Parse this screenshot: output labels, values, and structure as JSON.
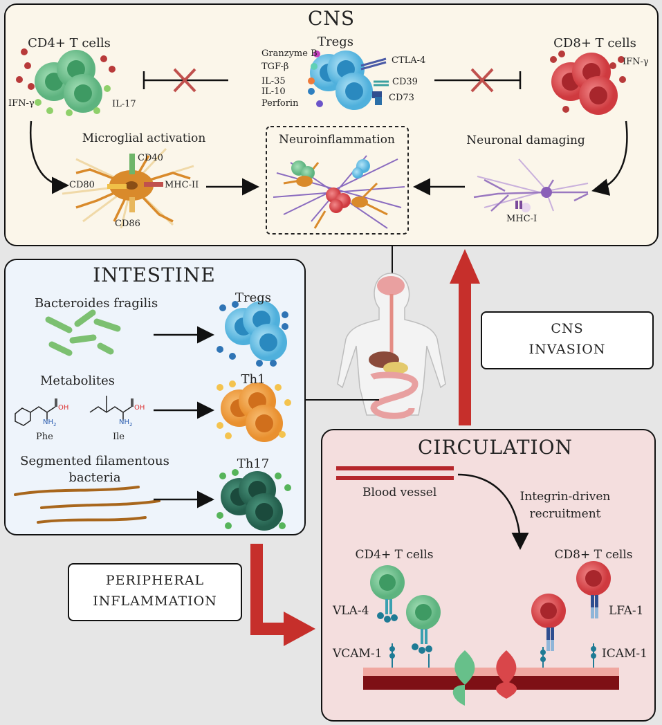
{
  "cns": {
    "title": "CNS",
    "cd4_title": "CD4+ T cells",
    "ifn_left": "IFN-γ",
    "il17": "IL-17",
    "tregs_title": "Tregs",
    "tregs_factors": [
      "Granzyme B",
      "TGF-β",
      "IL-35",
      "IL-10",
      "Perforin"
    ],
    "ctla4": "CTLA-4",
    "cd39": "CD39",
    "cd73": "CD73",
    "cd8_title": "CD8+ T cells",
    "ifn_right": "IFN-γ",
    "microglia_title": "Microglial activation",
    "cd40": "CD40",
    "cd80": "CD80",
    "mhc2": "MHC-II",
    "cd86": "CD86",
    "neuroinflammation": "Neuroinflammation",
    "neuronal_damaging": "Neuronal damaging",
    "mhc1": "MHC-I"
  },
  "intestine": {
    "title": "INTESTINE",
    "bacteroides": "Bacteroides fragilis",
    "tregs": "Tregs",
    "metabolites": "Metabolites",
    "phe": "Phe",
    "ile": "Ile",
    "oh": "OH",
    "nh2": "NH",
    "sub2": "2",
    "th1": "Th1",
    "sfb_line1": "Segmented filamentous",
    "sfb_line2": "bacteria",
    "th17": "Th17"
  },
  "cns_invasion": {
    "line1": "CNS",
    "line2": "INVASION"
  },
  "peripheral": {
    "line1": "PERIPHERAL",
    "line2": "INFLAMMATION"
  },
  "circulation": {
    "title": "CIRCULATION",
    "blood_vessel": "Blood vessel",
    "integrin_line1": "Integrin-driven",
    "integrin_line2": "recruitment",
    "cd4": "CD4+ T cells",
    "cd8": "CD8+ T cells",
    "vla4": "VLA-4",
    "lfa1": "LFA-1",
    "vcam1": "VCAM-1",
    "icam1": "ICAM-1"
  },
  "colors": {
    "cd4_green": "#6cc08b",
    "cd8_red": "#d9464a",
    "treg_blue": "#5bb7e0",
    "th1_orange": "#ef9a3a",
    "th17_teal": "#2f7a63",
    "arrow_red": "#c62f2b",
    "microglia_orange": "#d98a2b",
    "neuron_purple": "#9a78c0"
  }
}
